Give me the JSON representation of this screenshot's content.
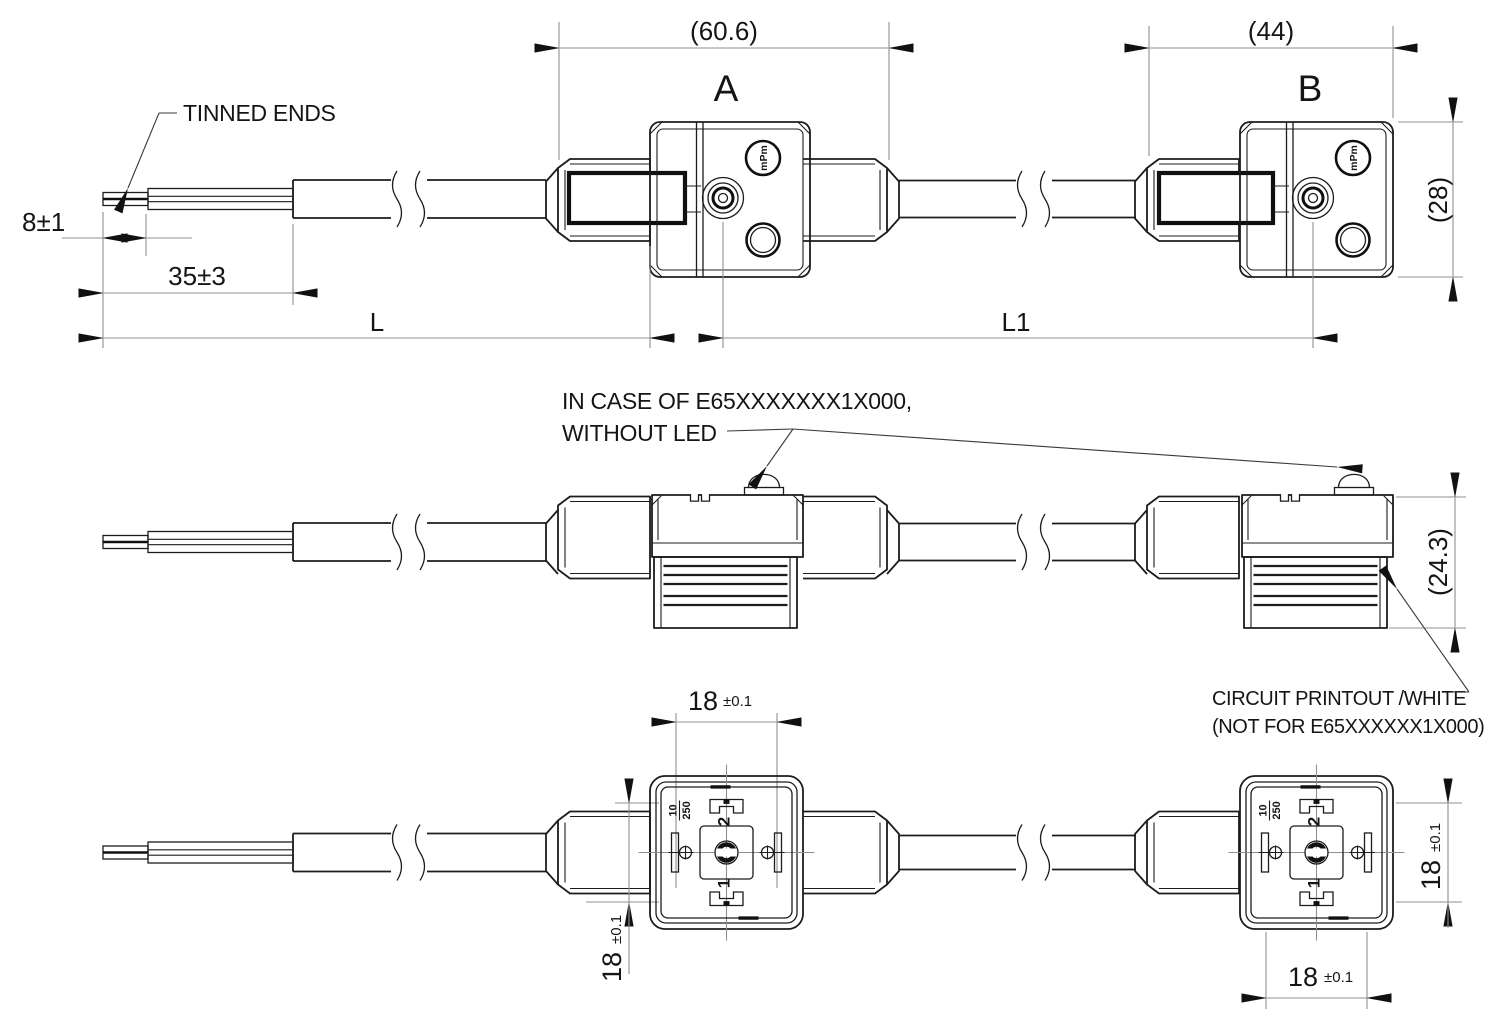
{
  "drawing": {
    "labels": {
      "tinned_ends": "TINNED ENDS",
      "connector_a": "A",
      "connector_b": "B"
    },
    "dimensions": {
      "a_width": "(60.6)",
      "b_width": "(44)",
      "b_height": "(28)",
      "side_height": "(24.3)",
      "tip_length": "8±1",
      "strip_length": "35±3",
      "length_l": "L",
      "length_l1": "L1",
      "pin_spacing": "18",
      "pin_spacing_tol": "±0.1"
    },
    "notes": {
      "led_line1": "IN CASE OF E65XXXXXXX1X000,",
      "led_line2": "WITHOUT LED",
      "printout_line1": "CIRCUIT PRINTOUT /WHITE",
      "printout_line2": "(NOT FOR E65XXXXXX1X000)"
    },
    "face": {
      "rating_num": "10",
      "rating_den": "250",
      "pin1": "1",
      "pin2": "2"
    },
    "logo_text": "mPm",
    "colors": {
      "line": "#1c1c1c",
      "dim_line": "#8f8f8f",
      "background": "#ffffff"
    }
  }
}
